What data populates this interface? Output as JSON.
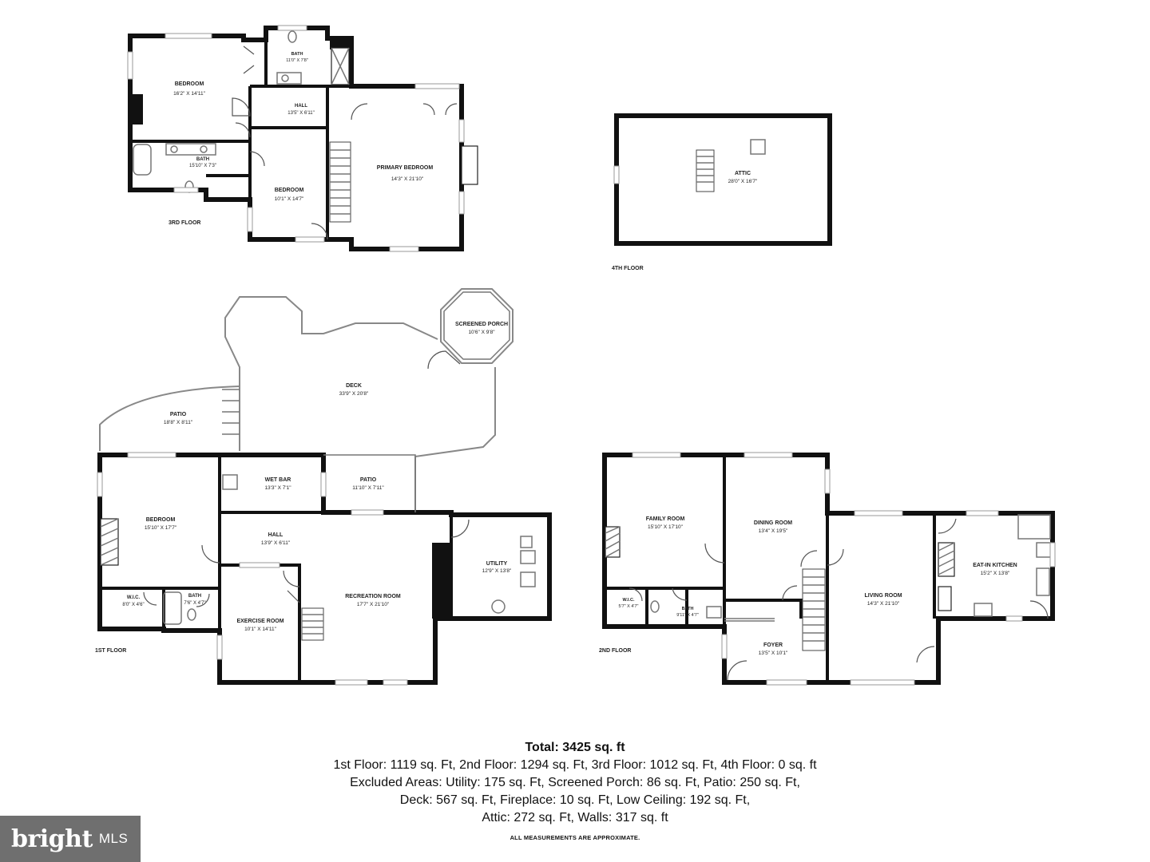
{
  "floors": {
    "third": {
      "label": "3RD FLOOR",
      "rooms": [
        {
          "name": "BEDROOM",
          "dims": "16'2\" X 14'11\""
        },
        {
          "name": "BATH",
          "dims": "11'0\" X 7'8\""
        },
        {
          "name": "HALL",
          "dims": "13'5\" X 6'11\""
        },
        {
          "name": "BATH",
          "dims": "15'10\" X 7'3\""
        },
        {
          "name": "BEDROOM",
          "dims": "10'1\" X 14'7\""
        },
        {
          "name": "PRIMARY BEDROOM",
          "dims": "14'3\" X 21'10\""
        }
      ]
    },
    "fourth": {
      "label": "4TH FLOOR",
      "rooms": [
        {
          "name": "ATTIC",
          "dims": "28'0\" X 16'7\""
        }
      ]
    },
    "first": {
      "label": "1ST FLOOR",
      "rooms": [
        {
          "name": "SCREENED PORCH",
          "dims": "10'6\" X 9'8\""
        },
        {
          "name": "DECK",
          "dims": "33'9\" X 20'8\""
        },
        {
          "name": "PATIO",
          "dims": "18'8\" X 8'11\""
        },
        {
          "name": "WET BAR",
          "dims": "13'3\" X 7'1\""
        },
        {
          "name": "PATIO",
          "dims": "11'10\" X 7'11\""
        },
        {
          "name": "BEDROOM",
          "dims": "15'10\" X 17'7\""
        },
        {
          "name": "HALL",
          "dims": "13'9\" X 6'11\""
        },
        {
          "name": "UTILITY",
          "dims": "12'9\" X 13'8\""
        },
        {
          "name": "RECREATION ROOM",
          "dims": "17'7\" X 21'10\""
        },
        {
          "name": "W.I.C.",
          "dims": "8'0\" X 4'6\""
        },
        {
          "name": "BATH",
          "dims": "7'6\" X 4'7\""
        },
        {
          "name": "EXERCISE ROOM",
          "dims": "10'1\" X 14'11\""
        }
      ]
    },
    "second": {
      "label": "2ND FLOOR",
      "rooms": [
        {
          "name": "FAMILY ROOM",
          "dims": "15'10\" X 17'10\""
        },
        {
          "name": "DINING ROOM",
          "dims": "13'4\" X 19'5\""
        },
        {
          "name": "EAT-IN KITCHEN",
          "dims": "15'2\" X 13'8\""
        },
        {
          "name": "LIVING ROOM",
          "dims": "14'3\" X 21'10\""
        },
        {
          "name": "W.I.C.",
          "dims": "5'7\" X 4'7\""
        },
        {
          "name": "BATH",
          "dims": "9'11\" X 4'7\""
        },
        {
          "name": "FOYER",
          "dims": "13'5\" X 10'1\""
        }
      ]
    }
  },
  "summary": {
    "total": "Total: 3425 sq. ft",
    "lines": [
      "1st Floor: 1119 sq. Ft, 2nd Floor: 1294 sq. Ft, 3rd Floor: 1012 sq. Ft, 4th Floor: 0 sq. ft",
      "Excluded Areas: Utility: 175 sq. Ft, Screened Porch: 86 sq. Ft, Patio: 250 sq. Ft,",
      "Deck: 567 sq. Ft, Fireplace: 10 sq. Ft, Low Ceiling: 192 sq. Ft,",
      "Attic: 272 sq. Ft, Walls: 317 sq. ft"
    ],
    "disclaimer": "ALL MEASUREMENTS ARE APPROXIMATE."
  },
  "logo": {
    "brand": "bright",
    "suffix": "MLS"
  }
}
